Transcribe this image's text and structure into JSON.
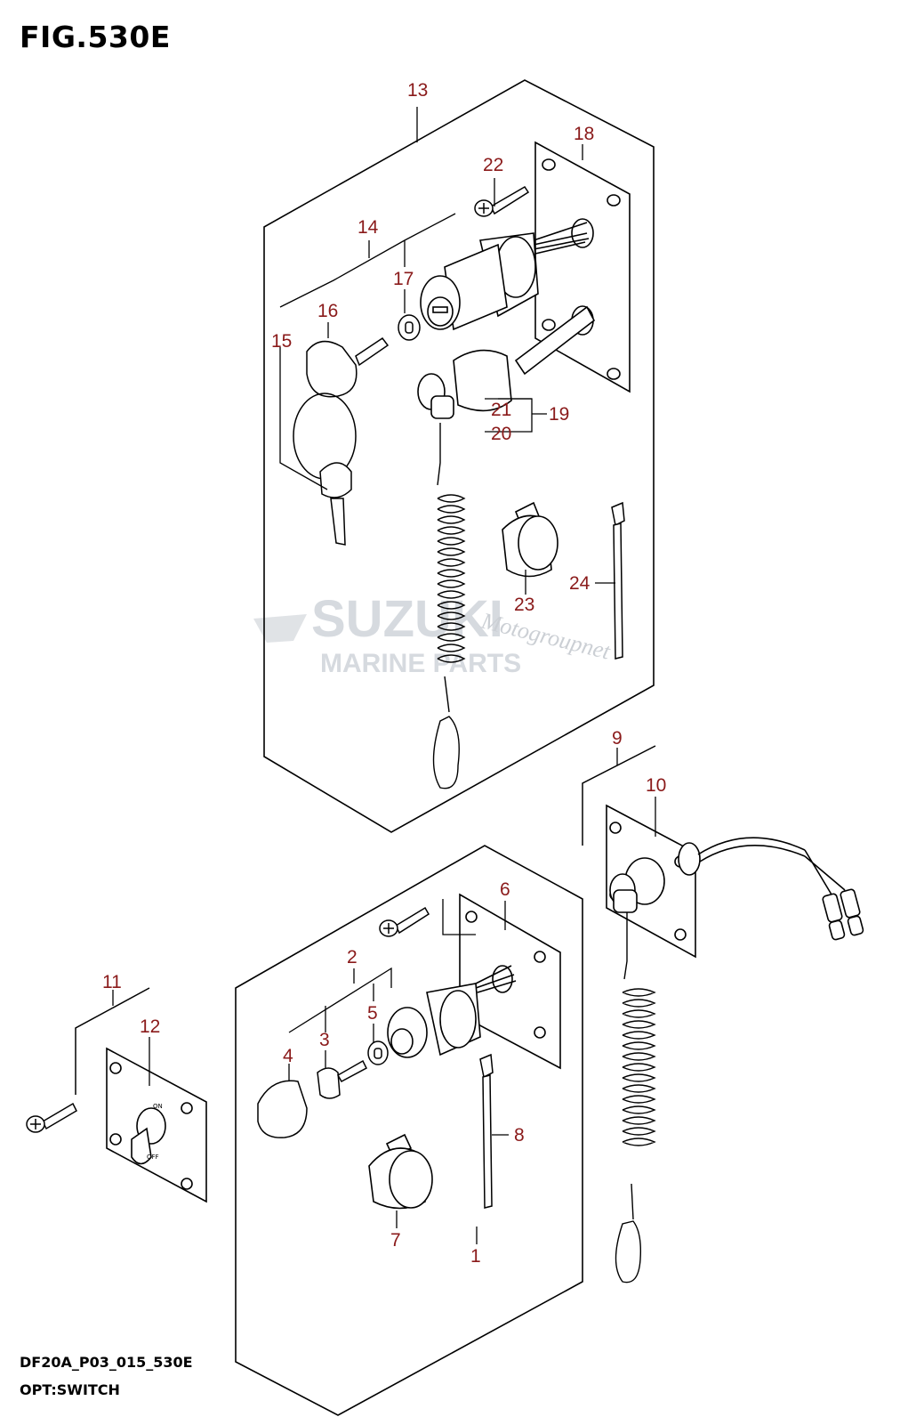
{
  "figure": {
    "title": "FIG.530E",
    "code": "DF20A_P03_015_530E",
    "name": "OPT:SWITCH"
  },
  "watermark": {
    "brand": "SUZUKI",
    "line2": "MARINE PARTS",
    "site": "Motogroupnet"
  },
  "switch_marks": {
    "on": "ON",
    "off": "OFF"
  },
  "part_labels": [
    "1",
    "2",
    "3",
    "4",
    "5",
    "6",
    "7",
    "8",
    "9",
    "10",
    "11",
    "12",
    "13",
    "14",
    "15",
    "16",
    "17",
    "18",
    "19",
    "20",
    "21",
    "22",
    "23",
    "24"
  ]
}
